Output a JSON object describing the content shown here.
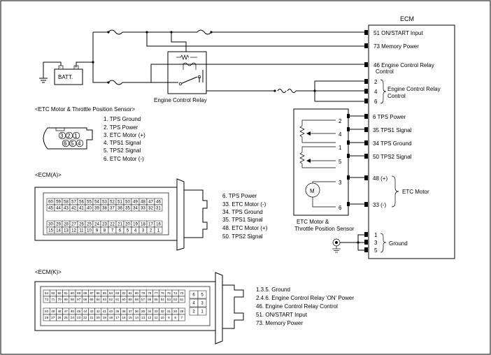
{
  "ecm": {
    "title": "ECM",
    "pins": [
      "51 ON/START Input",
      "73 Memory Power",
      "46 Engine Control Relay"
    ],
    "pins_cont": "Control",
    "relay_pins": [
      "2",
      "4",
      "6"
    ],
    "relay_group": [
      "Engine Control Relay",
      "Control"
    ],
    "sensor_pins": [
      "6 TPS Power",
      "35 TPS1 Signal",
      "34 TPS Ground",
      "50 TPS2 Signal"
    ],
    "motor_pins": [
      "48 (+)",
      "33 (-)"
    ],
    "motor_group": "ETC Motor",
    "ground_pins": [
      "1",
      "3",
      "5"
    ],
    "ground_group": "Ground"
  },
  "battery": {
    "label": "BATT.",
    "neg": "-",
    "pos": "+"
  },
  "relay": {
    "label": "Engine Control Relay"
  },
  "sensor": {
    "label": [
      "ETC Motor &",
      "Throttle Position Sensor"
    ],
    "pins": [
      "2",
      "4",
      "1",
      "5",
      "3",
      "6"
    ],
    "motor_symbol": "M"
  },
  "sensor_connector": {
    "heading": "<ETC Motor & Throttle Position Sensor>",
    "pin_numbers": [
      "3",
      "2",
      "1",
      "6",
      "5",
      "4"
    ],
    "pins": [
      "1. TPS Ground",
      "2. TPS Power",
      "3. ETC Motor (+)",
      "4. TPS1 Signal",
      "5. TPS2 Signal",
      "6. ETC Motor (-)"
    ]
  },
  "ecm_a": {
    "heading": "<ECM(A)>",
    "grid_rows": [
      [
        "60",
        "59",
        "58",
        "57",
        "56",
        "55",
        "54",
        "53",
        "52",
        "51",
        "50",
        "49",
        "48",
        "47",
        "46"
      ],
      [
        "45",
        "44",
        "43",
        "42",
        "41",
        "40",
        "39",
        "38",
        "37",
        "36",
        "35",
        "34",
        "33",
        "32",
        "31"
      ],
      [
        "30",
        "29",
        "28",
        "27",
        "26",
        "25",
        "24",
        "23",
        "22",
        "21",
        "20",
        "19",
        "18",
        "17",
        "16"
      ],
      [
        "15",
        "14",
        "13",
        "12",
        "11",
        "10",
        "9",
        "8",
        "7",
        "6",
        "5",
        "4",
        "3",
        "2",
        "1"
      ]
    ],
    "pins": [
      "6. TPS Power",
      "33. ETC Motor (-)",
      "34. TPS Ground",
      "35. TPS1 Signal",
      "48. ETC Motor (+)",
      "50. TPS2 Signal"
    ]
  },
  "ecm_k": {
    "heading": "<ECM(K)>",
    "grid_rows": [
      [
        "94",
        "93",
        "92",
        "91",
        "90",
        "89",
        "88",
        "87",
        "86",
        "85",
        "84",
        "83",
        "82",
        "81",
        "80",
        "79",
        "78",
        "77",
        "76",
        "75",
        "74",
        "73"
      ],
      [
        "72",
        "71",
        "70",
        "69",
        "68",
        "67",
        "66",
        "65",
        "64",
        "63",
        "62",
        "61",
        "60",
        "59",
        "58",
        "57",
        "56",
        "55",
        "54",
        "53",
        "52",
        "51"
      ],
      [
        "50",
        "49",
        "48",
        "47",
        "46",
        "45",
        "44",
        "43",
        "42",
        "41",
        "40",
        "39",
        "38",
        "37",
        "36",
        "35",
        "34",
        "33",
        "32",
        "31",
        "30",
        "29"
      ],
      [
        "28",
        "27",
        "26",
        "25",
        "24",
        "23",
        "22",
        "21",
        "20",
        "19",
        "18",
        "17",
        "16",
        "15",
        "14",
        "13",
        "12",
        "11",
        "10",
        "9",
        "8",
        "7"
      ]
    ],
    "side_grid": [
      [
        "6",
        "5"
      ],
      [
        "4",
        "3"
      ],
      [
        "2",
        "1"
      ]
    ],
    "pins": [
      "1.3.5. Ground",
      "2.4.6. Engine Control Relay 'ON' Power",
      "46. Engine Control Relay Control",
      "51. ON/START Input",
      "73. Memory Power"
    ]
  }
}
